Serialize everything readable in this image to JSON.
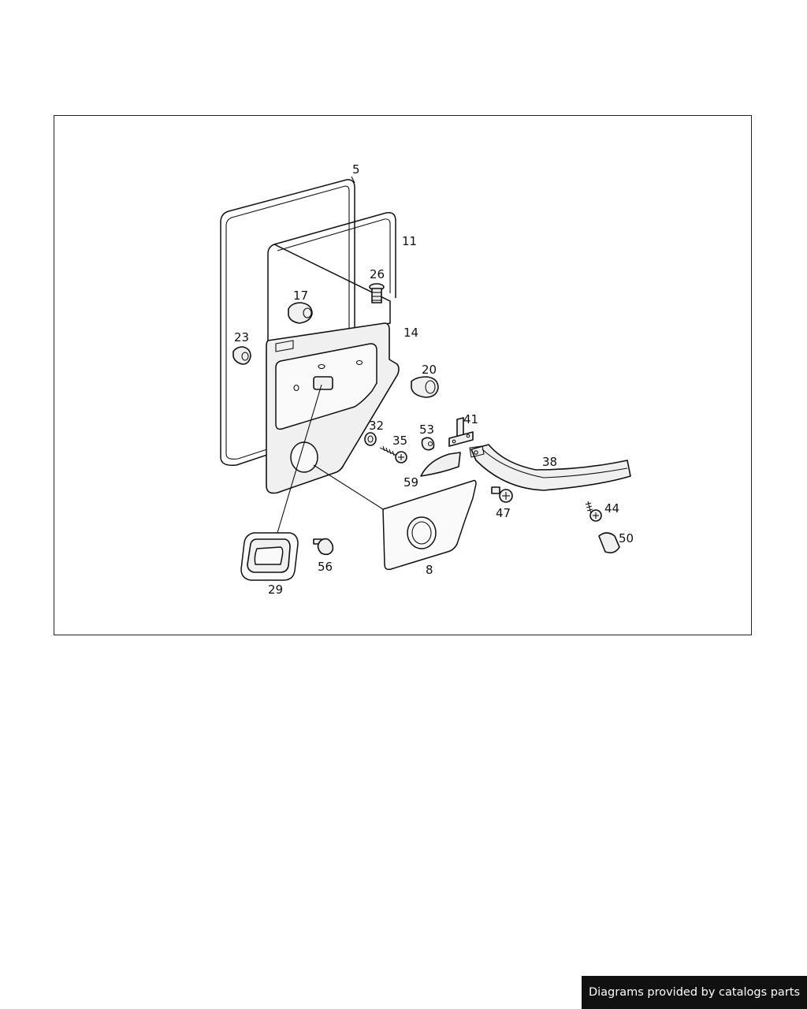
{
  "diagram": {
    "callouts": [
      {
        "id": "5",
        "text": "5"
      },
      {
        "id": "11",
        "text": "11"
      },
      {
        "id": "26",
        "text": "26"
      },
      {
        "id": "17",
        "text": "17"
      },
      {
        "id": "14",
        "text": "14"
      },
      {
        "id": "23",
        "text": "23"
      },
      {
        "id": "20",
        "text": "20"
      },
      {
        "id": "41",
        "text": "41"
      },
      {
        "id": "32",
        "text": "32"
      },
      {
        "id": "53",
        "text": "53"
      },
      {
        "id": "35",
        "text": "35"
      },
      {
        "id": "38",
        "text": "38"
      },
      {
        "id": "59",
        "text": "59"
      },
      {
        "id": "47",
        "text": "47"
      },
      {
        "id": "44",
        "text": "44"
      },
      {
        "id": "50",
        "text": "50"
      },
      {
        "id": "56",
        "text": "56"
      },
      {
        "id": "8",
        "text": "8"
      },
      {
        "id": "29",
        "text": "29"
      }
    ]
  },
  "footer": {
    "credit": "Diagrams provided by catalogs parts"
  }
}
